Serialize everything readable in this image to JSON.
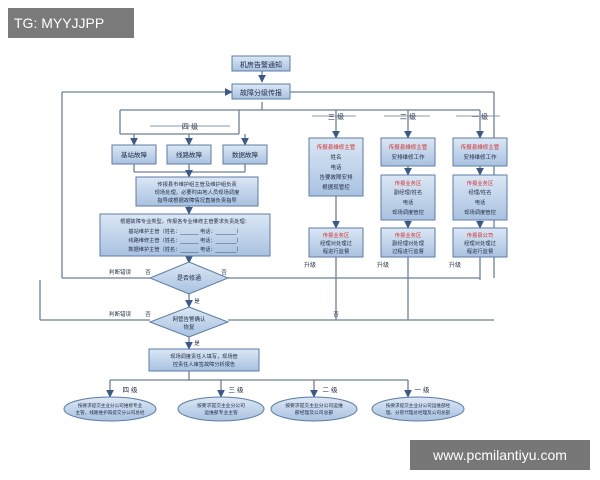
{
  "overlay": {
    "tag": "TG: MYYJJPP",
    "watermark": "www.pcmilantiyu.com"
  },
  "flow": {
    "alarm": "机房告警通知",
    "grading": "故障分级传报",
    "level_labels": {
      "four": "四  级",
      "three": "三  级",
      "two": "二  级",
      "one": "一  级"
    },
    "fault_types": [
      "基站故障",
      "线路故障",
      "数据故障"
    ],
    "notify_box": [
      "传报县市维护组主管及维护组负责",
      "现场处理，必要时由地人员现场调度",
      "指导或根据故障情况直接负责指导"
    ],
    "duty_box": {
      "heading": "根据故障专业类型，传报各专业维修主管要求负责处理：",
      "rows": [
        "基站维护主管（姓名：_______ 电话：________）",
        "线路维修主管（姓名：_______ 电话：________）",
        "数据维护主管（姓名：_______ 电话：________）"
      ]
    },
    "col3_top": [
      "传报县维修主管",
      "姓名",
      "电话",
      "告要故障安排",
      "根据现管控"
    ],
    "col2_top": [
      "传报县维修主管",
      "安排维修工作"
    ],
    "col1_top": [
      "传报县维修主管",
      "安排维修工作"
    ],
    "col2_mid": [
      "传报业务区",
      "副经理/姓名",
      "电话",
      "现场调度管控"
    ],
    "col1_mid": [
      "传报业务区",
      "经理/姓名",
      "电话",
      "现场调度管控"
    ],
    "col3_bot": [
      "传报业务区",
      "经理对处理过",
      "程进行监督"
    ],
    "col2_bot": [
      "传报业务区",
      "副经理对处理",
      "过程进行监督"
    ],
    "col1_bot": [
      "传报县公司",
      "经理对处理过",
      "程进行监督"
    ],
    "restored": "是否修通",
    "confirm": [
      "网管告警确认",
      "恢复"
    ],
    "escalate": "升级",
    "no": "否",
    "yes": "是",
    "judge_err": "判断错误",
    "report": [
      "现场调度责任人填写，现场管",
      "控责任人审签故障分析报告"
    ],
    "bottom_labels": {
      "four": "四  级",
      "three": "三  级",
      "two": "二  级",
      "one": "一  级"
    },
    "bottom_boxes": [
      [
        "按要求提交主业分公司维修专业",
        "主管，线路维护再提交分公司总经"
      ],
      [
        "按要求提交主业分公司",
        "运维部专业主管"
      ],
      [
        "按要求提交主业分公司运维",
        "部经理及公司总部"
      ],
      [
        "按要求提交主业分公司运维部经",
        "理、分管代理总经理及公司总部"
      ]
    ]
  },
  "colors": {
    "box_fill": "#c9d9ec",
    "box_stroke": "#5c7ba4",
    "arrow": "#3d5a86",
    "line": "#6e7f95",
    "highlight": "#d32f2f",
    "text": "#1f2a44"
  }
}
